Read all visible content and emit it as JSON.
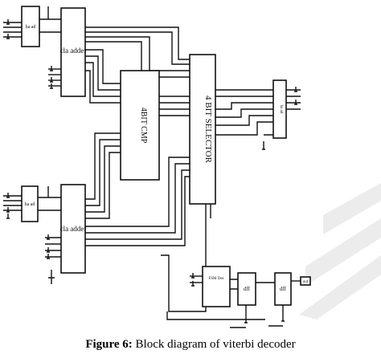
{
  "blocks": {
    "ha_top": "ha ad",
    "cla_top": "cla adder",
    "cmp": "4BIT CMP",
    "selector": "4 BIT SELECTOR",
    "ha_bottom": "ha ad",
    "cla_bottom": "cla adder",
    "mux_right": "ha ad",
    "fsm": "FSM Des",
    "dff1": "dff",
    "dff2": "dff",
    "out_tag": "out"
  },
  "caption": {
    "label": "Figure 6:",
    "text": " Block diagram of viterbi decoder"
  }
}
